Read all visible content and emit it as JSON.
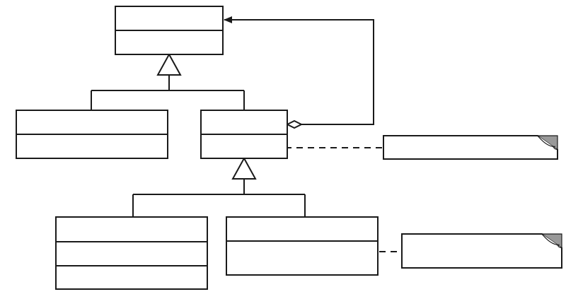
{
  "diagram": {
    "colors": {
      "stroke": "#1a1a1a",
      "background": "#ffffff",
      "note_fold": "#999999"
    },
    "classes": [
      {
        "id": "component",
        "compartments": 2
      },
      {
        "id": "leaf",
        "compartments": 2
      },
      {
        "id": "composite",
        "compartments": 2
      },
      {
        "id": "concrete-decorator-a",
        "compartments": 3
      },
      {
        "id": "concrete-decorator-b",
        "compartments": 2
      }
    ],
    "notes": [
      {
        "id": "note-composite"
      },
      {
        "id": "note-decorator-b"
      }
    ],
    "relations": [
      {
        "type": "generalization",
        "from": [
          "leaf",
          "composite"
        ],
        "to": "component"
      },
      {
        "type": "generalization",
        "from": [
          "concrete-decorator-a",
          "concrete-decorator-b"
        ],
        "to": "composite"
      },
      {
        "type": "aggregation",
        "from": "composite",
        "to": "component"
      },
      {
        "type": "note-link",
        "from": "composite",
        "to": "note-composite"
      },
      {
        "type": "note-link",
        "from": "concrete-decorator-b",
        "to": "note-decorator-b"
      }
    ]
  }
}
